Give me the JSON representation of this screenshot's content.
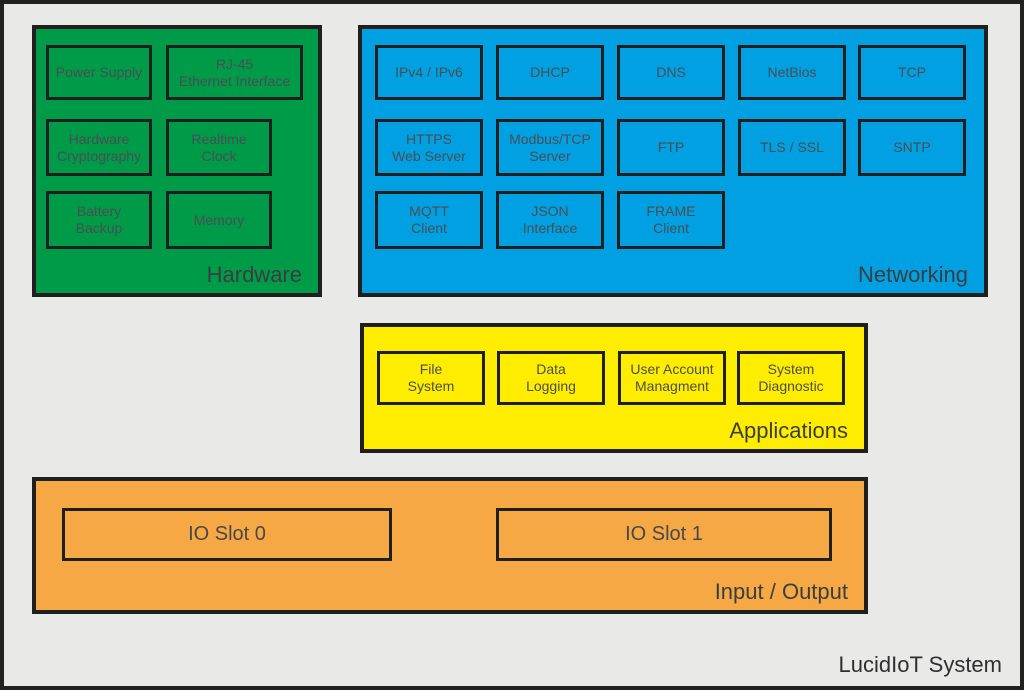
{
  "footer": {
    "system_label": "LucidIoT System"
  },
  "colors": {
    "hardware_green": "#009B48",
    "networking_blue": "#00A0E3",
    "applications_yellow": "#FFED00",
    "io_orange": "#F6A844",
    "background_gray": "#E9EAE8",
    "border_black": "#1F201E"
  },
  "panels": {
    "hardware": {
      "title": "Hardware",
      "items": [
        {
          "label": "Power Supply"
        },
        {
          "label": "RJ-45\nEthernet Interface"
        },
        {
          "label": "Hardware\nCryptography"
        },
        {
          "label": "Realtime\nClock"
        },
        {
          "label": "Battery\nBackup"
        },
        {
          "label": "Memory"
        }
      ]
    },
    "networking": {
      "title": "Networking",
      "items": [
        {
          "label": "IPv4 / IPv6"
        },
        {
          "label": "DHCP"
        },
        {
          "label": "DNS"
        },
        {
          "label": "NetBios"
        },
        {
          "label": "TCP"
        },
        {
          "label": "HTTPS\nWeb Server"
        },
        {
          "label": "Modbus/TCP\nServer"
        },
        {
          "label": "FTP"
        },
        {
          "label": "TLS / SSL"
        },
        {
          "label": "SNTP"
        },
        {
          "label": "MQTT\nClient"
        },
        {
          "label": "JSON\nInterface"
        },
        {
          "label": "FRAME\nClient"
        }
      ]
    },
    "applications": {
      "title": "Applications",
      "items": [
        {
          "label": "File\nSystem"
        },
        {
          "label": "Data\nLogging"
        },
        {
          "label": "User Account\nManagment"
        },
        {
          "label": "System\nDiagnostic"
        }
      ]
    },
    "io": {
      "title": "Input / Output",
      "slots": [
        {
          "label": "IO Slot 0"
        },
        {
          "label": "IO Slot 1"
        }
      ]
    }
  }
}
